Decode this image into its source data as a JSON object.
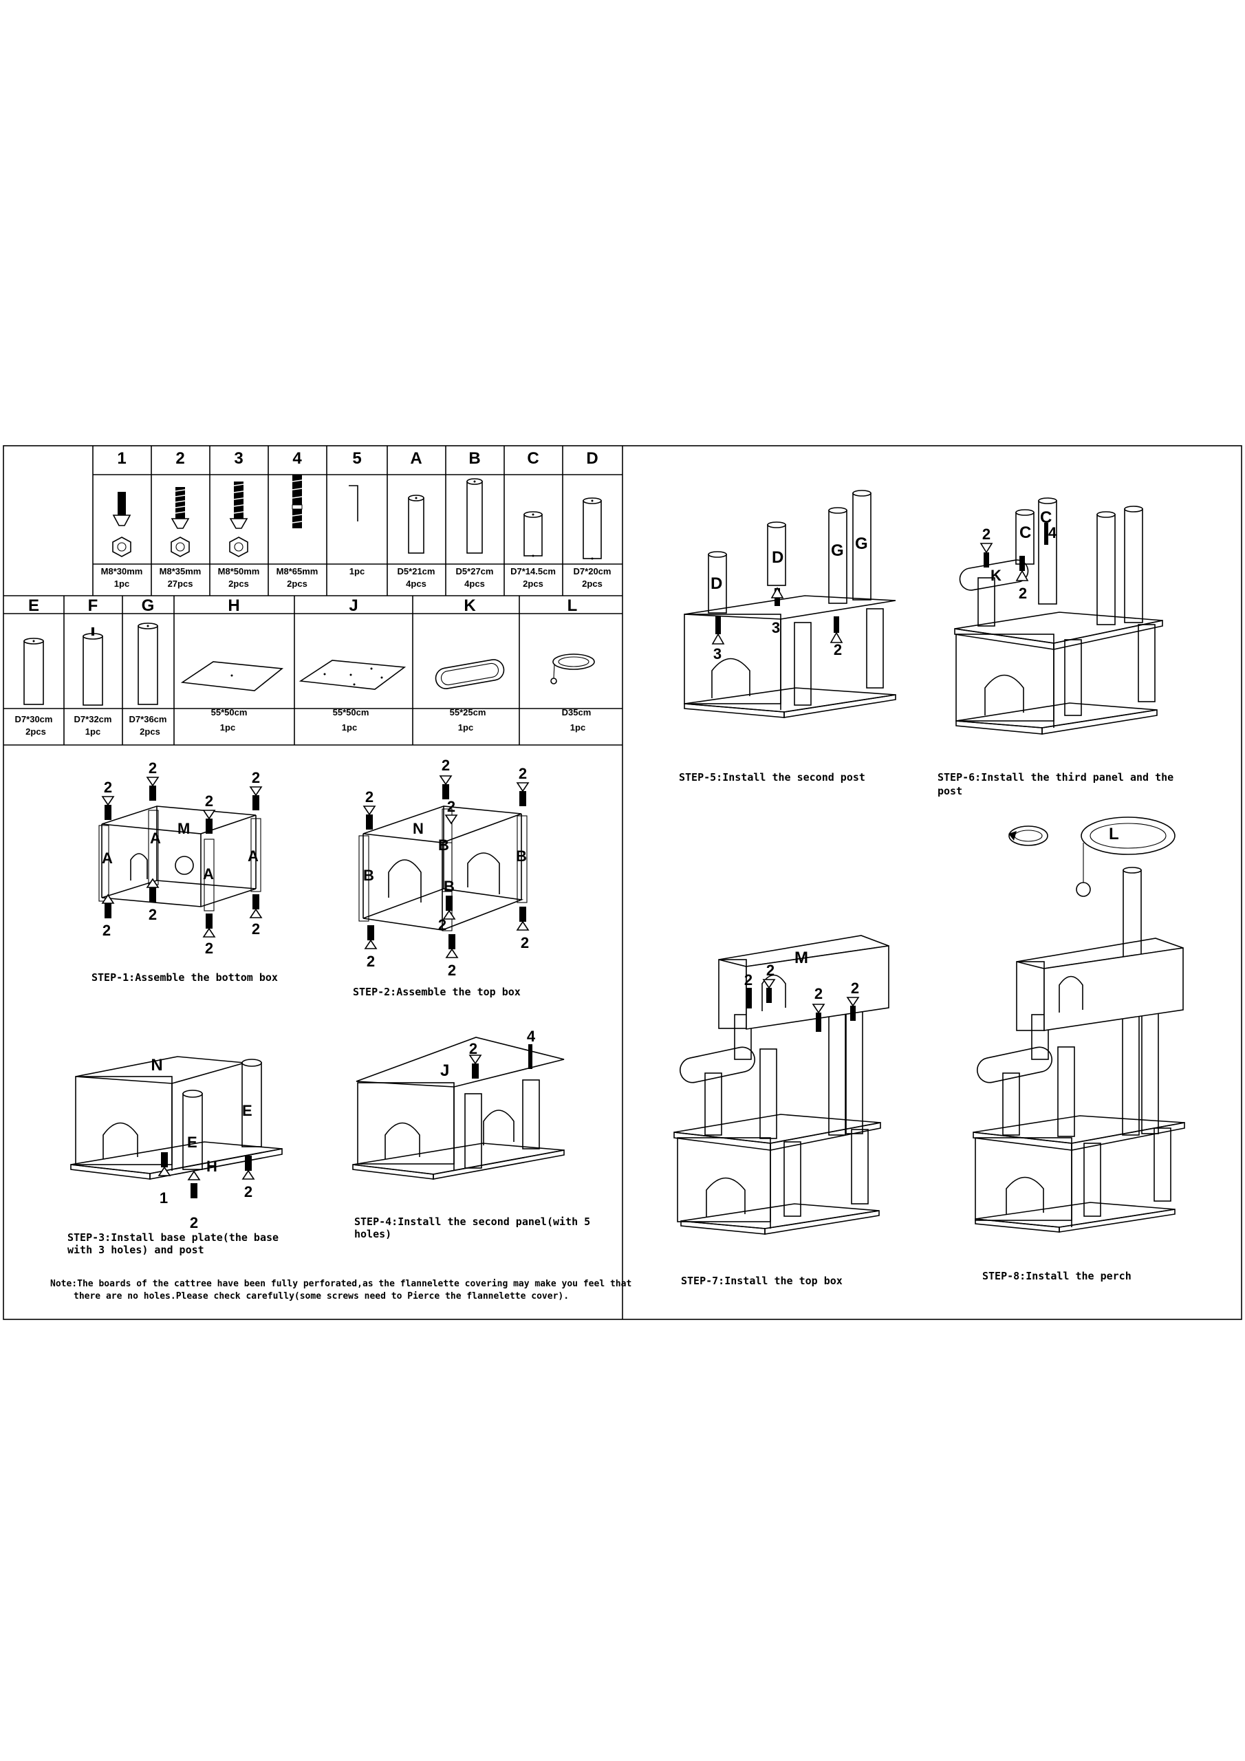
{
  "parts_header": {
    "hardware": [
      {
        "id": "1",
        "spec": "M8*30mm",
        "qty": "1pc"
      },
      {
        "id": "2",
        "spec": "M8*35mm",
        "qty": "27pcs"
      },
      {
        "id": "3",
        "spec": "M8*50mm",
        "qty": "2pcs"
      },
      {
        "id": "4",
        "spec": "M8*65mm",
        "qty": "2pcs"
      },
      {
        "id": "5",
        "spec": "",
        "qty": "1pc"
      }
    ],
    "posts_row1": [
      {
        "id": "A",
        "spec": "D5*21cm",
        "qty": "4pcs"
      },
      {
        "id": "B",
        "spec": "D5*27cm",
        "qty": "4pcs"
      },
      {
        "id": "C",
        "spec": "D7*14.5cm",
        "qty": "2pcs"
      },
      {
        "id": "D",
        "spec": "D7*20cm",
        "qty": "2pcs"
      }
    ],
    "row2": [
      {
        "id": "E",
        "spec": "D7*30cm",
        "qty": "2pcs"
      },
      {
        "id": "F",
        "spec": "D7*32cm",
        "qty": "1pc"
      },
      {
        "id": "G",
        "spec": "D7*36cm",
        "qty": "2pcs"
      },
      {
        "id": "H",
        "spec": "55*50cm",
        "qty": "1pc"
      },
      {
        "id": "J",
        "spec": "55*50cm",
        "qty": "1pc"
      },
      {
        "id": "K",
        "spec": "55*25cm",
        "qty": "1pc"
      },
      {
        "id": "L",
        "spec": "D35cm",
        "qty": "1pc"
      }
    ]
  },
  "steps": {
    "s1": "STEP-1:Assemble the bottom box",
    "s2": "STEP-2:Assemble the top box",
    "s3a": "STEP-3:Install base plate(the base",
    "s3b": "with 3 holes) and post",
    "s4a": "STEP-4:Install the  second panel(with 5",
    "s4b": "holes)",
    "s5": "STEP-5:Install the second post",
    "s6a": "STEP-6:Install the third panel and the",
    "s6b": "post",
    "s7": "STEP-7:Install the top box",
    "s8": "STEP-8:Install the perch"
  },
  "note": {
    "line1": "Note:The boards of the cattree have been fully perforated,as the flannelette covering may make you feel that",
    "line2": "there are no holes.Please check carefully(some screws need to Pierce the flannelette cover)."
  },
  "labels": {
    "A": "A",
    "B": "B",
    "C": "C",
    "D": "D",
    "E": "E",
    "G": "G",
    "H": "H",
    "J": "J",
    "K": "K",
    "L": "L",
    "M": "M",
    "N": "N",
    "n1": "1",
    "n2": "2",
    "n3": "3",
    "n4": "4"
  }
}
